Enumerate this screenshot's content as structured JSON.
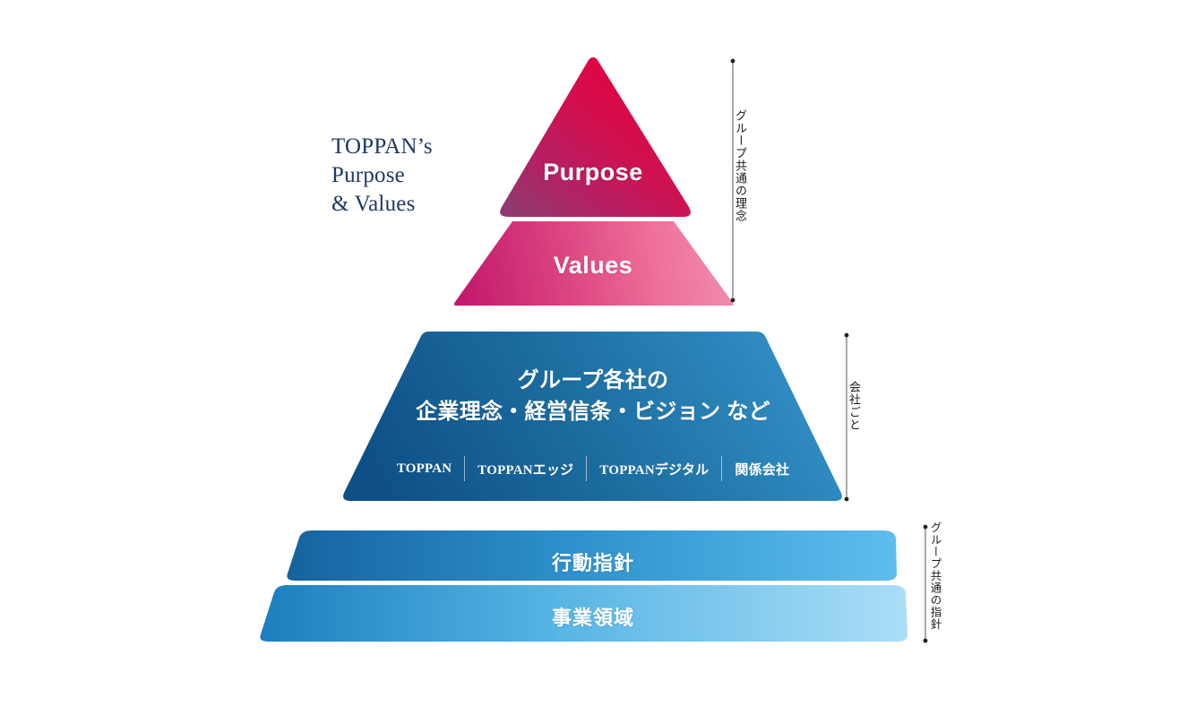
{
  "heading": {
    "text": "TOPPAN’s\nPurpose\n& Values",
    "color": "#1F3864"
  },
  "pyramid": {
    "purpose": {
      "label": "Purpose",
      "color_top": "#D4144A",
      "color_left": "#8E3A6E"
    },
    "values": {
      "label": "Values",
      "color_left": "#C2186C",
      "color_right": "#EE7CA3"
    },
    "group_companies": {
      "label": "グループ各社の\n企業理念・経営信条・ビジョン など",
      "color_left": "#0F5288",
      "color_right": "#2F8FC6",
      "companies": [
        "TOPPAN",
        "TOPPANエッジ",
        "TOPPANデジタル",
        "関係会社"
      ]
    },
    "bars": [
      {
        "label": "行動指針",
        "color_left": "#1668AE",
        "color_right": "#5BBCEC"
      },
      {
        "label": "事業領域",
        "color_left": "#1C7EBE",
        "color_right": "#A8DCF5"
      }
    ]
  },
  "brackets": [
    {
      "caption": "グループ共通の理念"
    },
    {
      "caption": "会社ごと"
    },
    {
      "caption": "グループ共通の指針"
    }
  ]
}
